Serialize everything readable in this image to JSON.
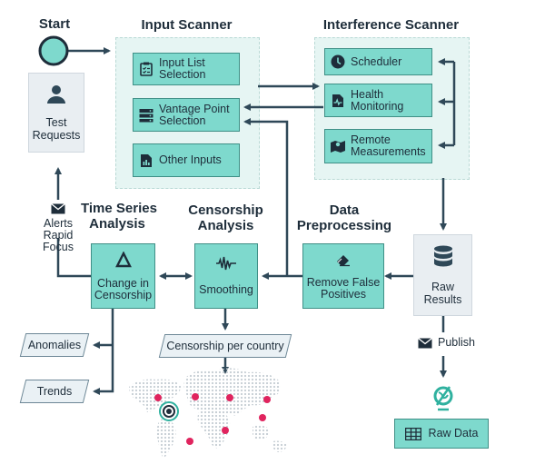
{
  "start": {
    "label": "Start"
  },
  "input_scanner": {
    "title": "Input Scanner",
    "items": [
      {
        "line1": "Input List",
        "line2": "Selection",
        "icon": "clipboard-icon"
      },
      {
        "line1": "Vantage Point",
        "line2": "Selection",
        "icon": "server-icon"
      },
      {
        "line1": "Other Inputs",
        "line2": "",
        "icon": "file-chart-icon"
      }
    ]
  },
  "interference_scanner": {
    "title": "Interference Scanner",
    "items": [
      {
        "line1": "Scheduler",
        "line2": "",
        "icon": "clock-icon"
      },
      {
        "line1": "Health",
        "line2": "Monitoring",
        "icon": "health-file-icon"
      },
      {
        "line1": "Remote",
        "line2": "Measurements",
        "icon": "map-icon"
      }
    ]
  },
  "test_requests": {
    "line1": "Test",
    "line2": "Requests",
    "icon": "user-icon"
  },
  "alerts": {
    "line1": "Alerts",
    "line2": "Rapid",
    "line3": "Focus",
    "icon": "envelope-icon"
  },
  "time_series": {
    "title1": "Time Series",
    "title2": "Analysis",
    "box1": "Change in",
    "box2": "Censorship",
    "icon": "delta-icon"
  },
  "censorship_analysis": {
    "title1": "Censorship",
    "title2": "Analysis",
    "box": "Smoothing",
    "icon": "waveform-icon"
  },
  "data_preprocessing": {
    "title1": "Data",
    "title2": "Preprocessing",
    "box1": "Remove False",
    "box2": "Positives",
    "icon": "eraser-icon"
  },
  "raw_results": {
    "line1": "Raw",
    "line2": "Results",
    "icon": "database-icon"
  },
  "publish": {
    "label": "Publish",
    "icon": "envelope-icon"
  },
  "raw_data": {
    "label": "Raw Data",
    "icon": "table-icon"
  },
  "outputs": {
    "anomalies": "Anomalies",
    "trends": "Trends",
    "censorship_per_country": "Censorship per country"
  },
  "colors": {
    "teal": "#7ed9cd",
    "region": "#e6f5f3",
    "dark": "#2f4858",
    "marker": "#e0245e"
  }
}
